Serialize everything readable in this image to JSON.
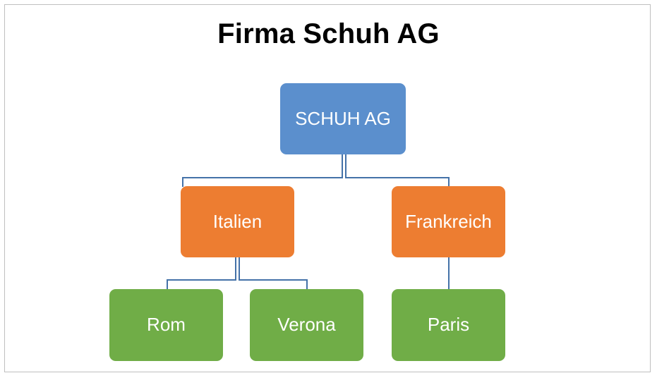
{
  "document": {
    "title": "Firma Schuh AG",
    "background_color": "#ffffff",
    "border_color": "#bfbfbf"
  },
  "palette": {
    "root_fill": "#5b8fcd",
    "level2_fill": "#ed7d31",
    "level3_fill": "#70ad47",
    "connector": "#4472a8",
    "node_text": "#ffffff",
    "title_text": "#000000"
  },
  "chart_data": {
    "type": "diagram",
    "diagram_kind": "organization-chart",
    "title": "Firma Schuh AG",
    "orientation": "top-down",
    "levels": 3,
    "nodes": [
      {
        "id": "schuh-ag",
        "label": "SCHUH AG",
        "level": 1,
        "color": "#5b8fcd",
        "parent": null
      },
      {
        "id": "italien",
        "label": "Italien",
        "level": 2,
        "color": "#ed7d31",
        "parent": "schuh-ag"
      },
      {
        "id": "frankreich",
        "label": "Frankreich",
        "level": 2,
        "color": "#ed7d31",
        "parent": "schuh-ag"
      },
      {
        "id": "rom",
        "label": "Rom",
        "level": 3,
        "color": "#70ad47",
        "parent": "italien"
      },
      {
        "id": "verona",
        "label": "Verona",
        "level": 3,
        "color": "#70ad47",
        "parent": "italien"
      },
      {
        "id": "paris",
        "label": "Paris",
        "level": 3,
        "color": "#70ad47",
        "parent": "frankreich"
      }
    ],
    "edges": [
      {
        "from": "schuh-ag",
        "to": "italien"
      },
      {
        "from": "schuh-ag",
        "to": "frankreich"
      },
      {
        "from": "italien",
        "to": "rom"
      },
      {
        "from": "italien",
        "to": "verona"
      },
      {
        "from": "frankreich",
        "to": "paris"
      }
    ]
  }
}
